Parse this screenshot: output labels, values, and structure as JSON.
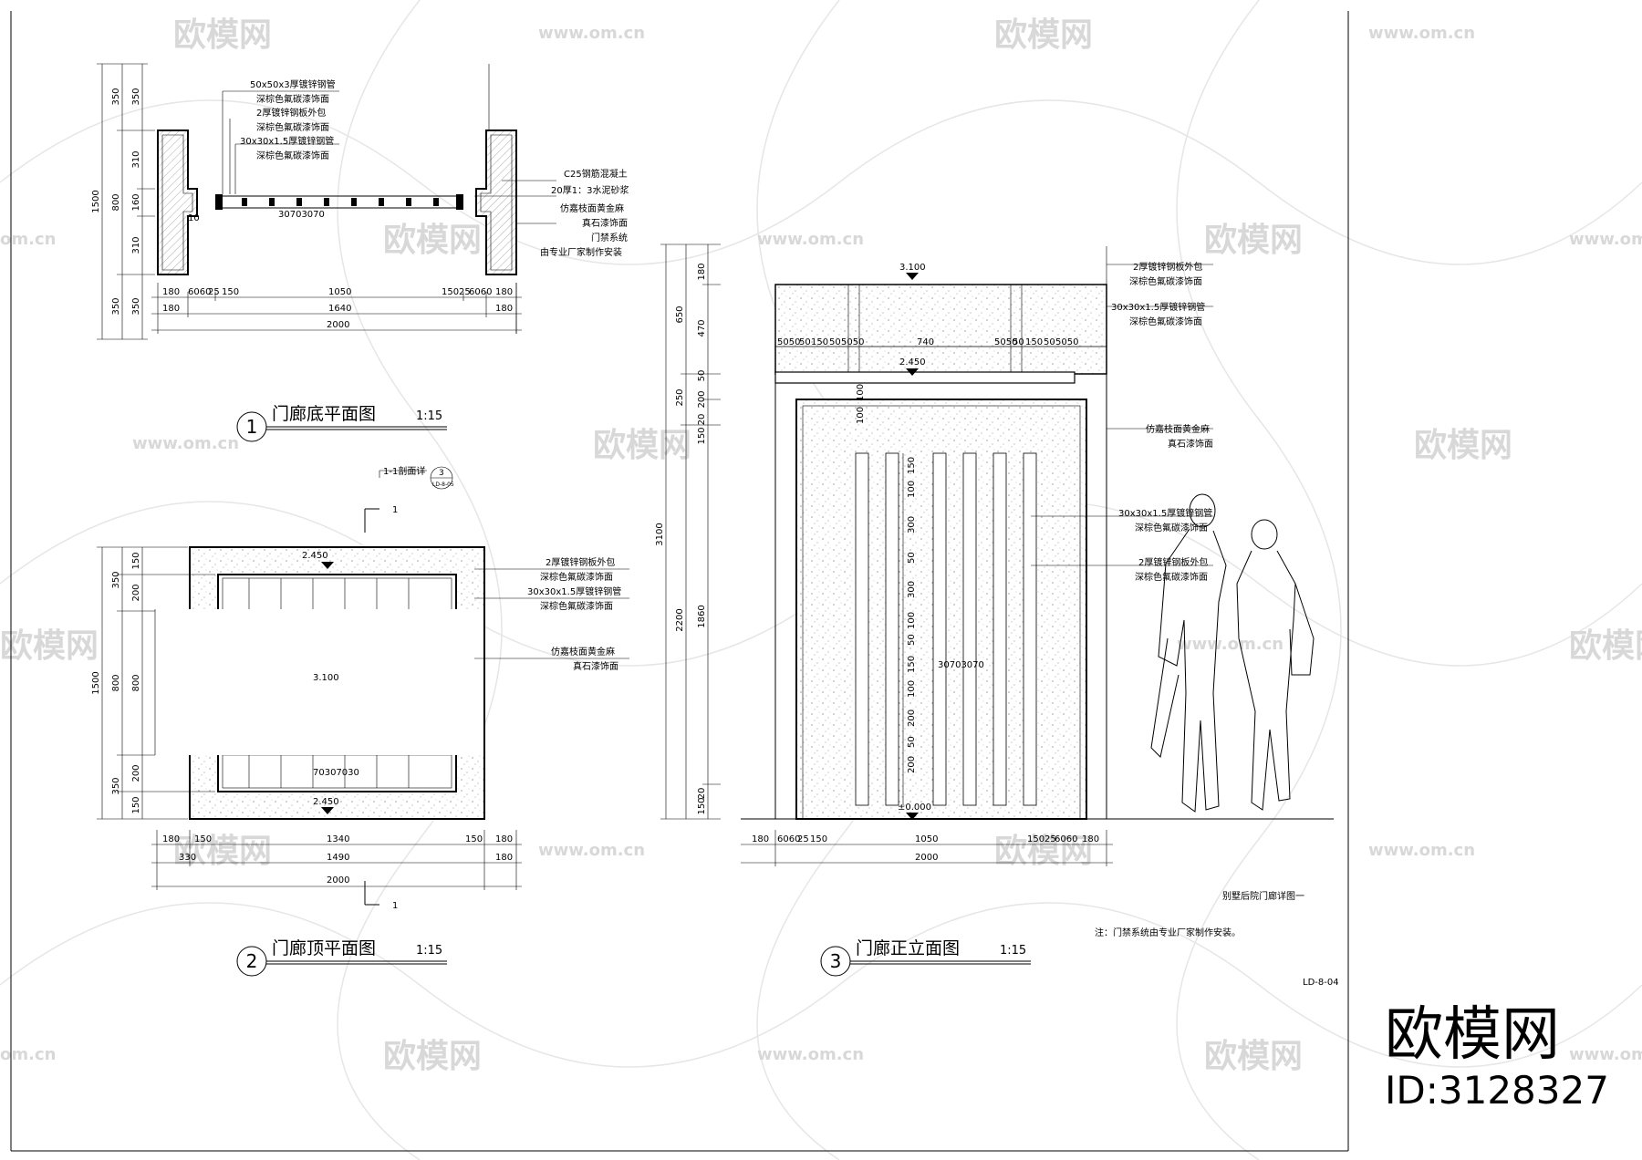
{
  "drawing1": {
    "title": "门廊底平面图",
    "number": "1",
    "scale": "1:15",
    "notes_top": [
      "50x50x3厚镀锌钢管",
      "深棕色氟碳漆饰面",
      "2厚镀锌钢板外包",
      "深棕色氟碳漆饰面",
      "30x30x1.5厚镀锌钢管",
      "深棕色氟碳漆饰面"
    ],
    "notes_right": [
      "C25钢筋混凝土",
      "20厚1：3水泥砂浆",
      "仿嘉枝面黄金麻",
      "真石漆饰面",
      "门禁系统",
      "由专业厂家制作安装"
    ],
    "center_label": "30703070",
    "vdims_inner": [
      "350",
      "310",
      "160",
      "310",
      "350"
    ],
    "vdims_outer": [
      "350",
      "800",
      "350"
    ],
    "vdim_total": "1500",
    "hdims_row1": [
      "180",
      "6060",
      "25",
      "150",
      "1050",
      "150",
      "25",
      "6060",
      "180"
    ],
    "hdims_row2": [
      "180",
      "1640",
      "180"
    ],
    "hdim_total": "2000",
    "small_label": "10"
  },
  "drawing2": {
    "title": "门廊顶平面图",
    "number": "2",
    "scale": "1:15",
    "section_label": "1-1剖面详",
    "section_ref_top": "3",
    "section_ref_bottom": "LD-8-05",
    "section_mark": "1",
    "notes": [
      "2厚镀锌钢板外包",
      "深棕色氟碳漆饰面",
      "30x30x1.5厚镀锌钢管",
      "深棕色氟碳漆饰面",
      "仿嘉枝面黄金麻",
      "真石漆饰面"
    ],
    "level_top": "2.450",
    "level_center": "3.100",
    "level_bottom": "2.450",
    "center_label": "70307030",
    "vdims_inner": [
      "150",
      "200",
      "800",
      "200",
      "150"
    ],
    "vdims_outer": [
      "350",
      "800",
      "350"
    ],
    "vdim_total": "1500",
    "hdims_row1": [
      "180",
      "150",
      "1340",
      "150",
      "180"
    ],
    "hdims_row2": [
      "330",
      "1490",
      "180"
    ],
    "hdim_total": "2000"
  },
  "drawing3": {
    "title": "门廊正立面图",
    "number": "3",
    "scale": "1:15",
    "level_top": "3.100",
    "level_mid": "2.450",
    "level_ground": "±0.000",
    "notes": [
      "2厚镀锌钢板外包",
      "深棕色氟碳漆饰面",
      "30x30x1.5厚镀锌钢管",
      "深棕色氟碳漆饰面",
      "仿嘉枝面黄金麻",
      "真石漆饰面",
      "30x30x1.5厚镀锌钢管",
      "深棕色氟碳漆饰面",
      "2厚镀锌钢板外包",
      "深棕色氟碳漆饰面"
    ],
    "beam_dims": [
      "5050",
      "50",
      "150",
      "50",
      "5050",
      "740",
      "5050",
      "50",
      "150",
      "50",
      "5050"
    ],
    "vdims_outer": [
      "650",
      "250",
      "2200"
    ],
    "vdim_total": "3100",
    "vdims_inner": [
      "180",
      "470",
      "50",
      "200",
      "20",
      "150",
      "1860",
      "20",
      "150"
    ],
    "leaf_dims": [
      "150",
      "100",
      "300",
      "50",
      "300",
      "100",
      "50",
      "150",
      "100",
      "200",
      "50",
      "200"
    ],
    "top_dims": [
      "100",
      "100"
    ],
    "center_label": "30703070",
    "hdims_row1": [
      "180",
      "6060",
      "25",
      "150",
      "1050",
      "150",
      "25",
      "6060",
      "180"
    ],
    "hdim_total": "2000"
  },
  "sheet": {
    "drawing_name": "别墅后院门廊详图一",
    "footnote": "注：门禁系统由专业厂家制作安装。",
    "sheet_number": "LD-8-04"
  },
  "watermark": {
    "brand": "欧模网",
    "url": "www.om.cn",
    "short_url": "om.cn",
    "id_text": "ID:3128327"
  }
}
